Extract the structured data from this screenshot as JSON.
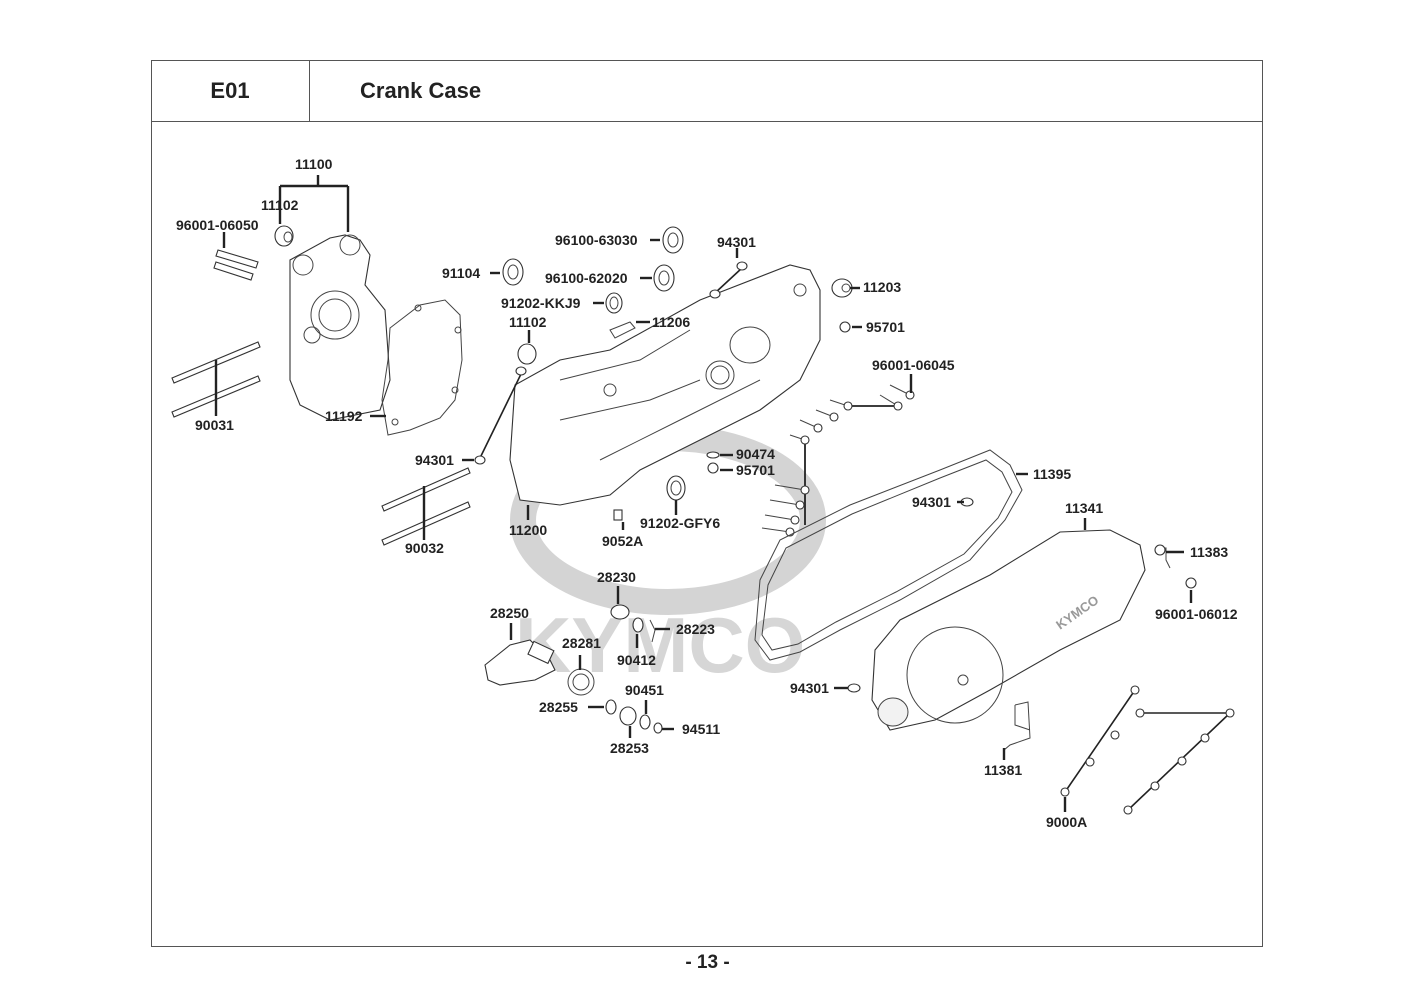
{
  "header": {
    "section_code": "E01",
    "section_title": "Crank Case"
  },
  "watermark": {
    "brand": "KYMCO"
  },
  "callouts": [
    {
      "id": "11100",
      "text": "11100"
    },
    {
      "id": "11102a",
      "text": "11102"
    },
    {
      "id": "96001-06050",
      "text": "96001-06050"
    },
    {
      "id": "90031",
      "text": "90031"
    },
    {
      "id": "11192",
      "text": "11192"
    },
    {
      "id": "91104",
      "text": "91104"
    },
    {
      "id": "96100-63030",
      "text": "96100-63030"
    },
    {
      "id": "96100-62020",
      "text": "96100-62020"
    },
    {
      "id": "91202-KKJ9",
      "text": "91202-KKJ9"
    },
    {
      "id": "11102b",
      "text": "11102"
    },
    {
      "id": "11206",
      "text": "11206"
    },
    {
      "id": "94301a",
      "text": "94301"
    },
    {
      "id": "11203",
      "text": "11203"
    },
    {
      "id": "95701a",
      "text": "95701"
    },
    {
      "id": "96001-06045",
      "text": "96001-06045"
    },
    {
      "id": "94301b",
      "text": "94301"
    },
    {
      "id": "90032",
      "text": "90032"
    },
    {
      "id": "11200",
      "text": "11200"
    },
    {
      "id": "9052A",
      "text": "9052A"
    },
    {
      "id": "91202-GFY6",
      "text": "91202-GFY6"
    },
    {
      "id": "90474",
      "text": "90474"
    },
    {
      "id": "95701b",
      "text": "95701"
    },
    {
      "id": "11395",
      "text": "11395"
    },
    {
      "id": "94301c",
      "text": "94301"
    },
    {
      "id": "11341",
      "text": "11341"
    },
    {
      "id": "11383",
      "text": "11383"
    },
    {
      "id": "96001-06012",
      "text": "96001-06012"
    },
    {
      "id": "28230",
      "text": "28230"
    },
    {
      "id": "28250",
      "text": "28250"
    },
    {
      "id": "28223",
      "text": "28223"
    },
    {
      "id": "28281",
      "text": "28281"
    },
    {
      "id": "90412",
      "text": "90412"
    },
    {
      "id": "90451",
      "text": "90451"
    },
    {
      "id": "28255",
      "text": "28255"
    },
    {
      "id": "94511",
      "text": "94511"
    },
    {
      "id": "28253",
      "text": "28253"
    },
    {
      "id": "94301d",
      "text": "94301"
    },
    {
      "id": "11381",
      "text": "11381"
    },
    {
      "id": "9000A",
      "text": "9000A"
    }
  ],
  "footer": {
    "page_number": "- 13 -"
  }
}
